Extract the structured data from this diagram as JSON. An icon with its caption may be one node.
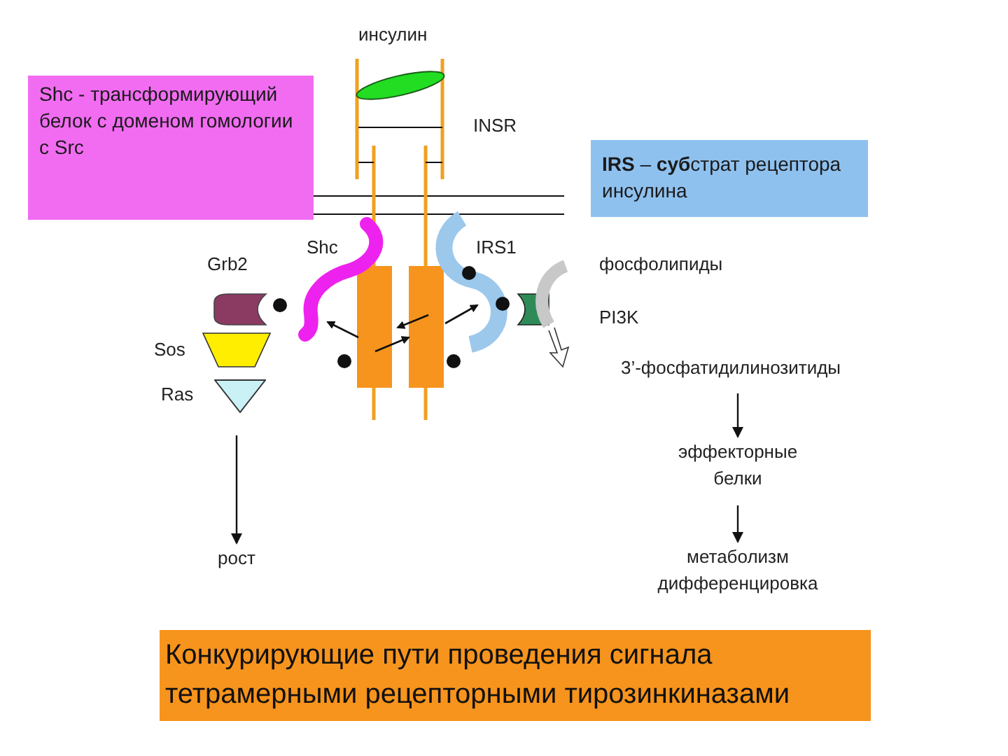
{
  "diagram": {
    "nodes": [
      {
        "text": [
          "Shc - трансформирующий белок с доменом гомологии с Src"
        ]
      },
      {
        "text": [
          "**IRS** – **суб**страт рецептора инсулина"
        ]
      },
      {
        "text": [],
        "shape": "triangle",
        "beside": [
          "Ras"
        ]
      },
      {
        "text": [
          "рост"
        ]
      },
      {
        "text": [
          "3’-фосфатидилинозитиды"
        ]
      },
      {
        "text": [
          "эффекторные белки"
        ]
      },
      {
        "text": [
          "метаболизм дифференцировка"
        ]
      },
      {
        "text": [
          "Конкурирующие пути проведения сигнала тетрамерными рецепторными тирозинкиназами"
        ]
      }
    ],
    "edges": [
      {
        "from": 2,
        "to": 3,
        "arrow": "to"
      },
      {
        "from": 4,
        "to": 5,
        "arrow": "to"
      },
      {
        "from": 5,
        "to": 6,
        "arrow": "to"
      }
    ],
    "labels": [
      "инсулин",
      "INSR",
      "Shc",
      "IRS1",
      "Grb2",
      "Sos",
      "фосфолипиды",
      "PI3K"
    ]
  }
}
